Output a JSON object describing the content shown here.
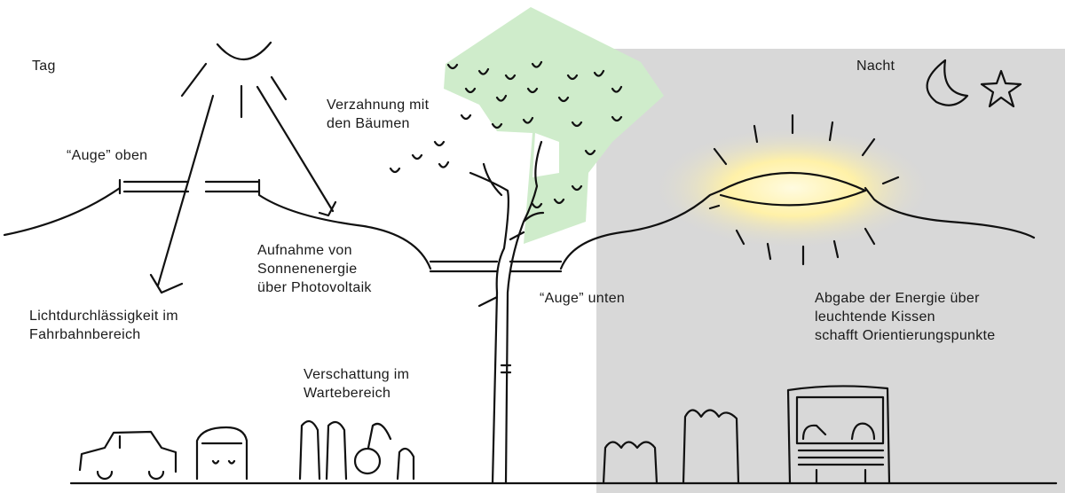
{
  "labels": {
    "day": "Tag",
    "night": "Nacht",
    "trees": "Verzahnung mit\nden Bäumen",
    "eye_top": "“Auge” oben",
    "solar": "Aufnahme von\nSonnenenergie\nüber Photovoltaik",
    "translucency": "Lichtdurchlässigkeit im\nFahrbahnbereich",
    "eye_bottom": "“Auge” unten",
    "release": "Abgabe der Energie über\nleuchtende Kissen\nschafft Orientierungspunkte",
    "shade": "Verschattung im\nWartebereich"
  },
  "colors": {
    "night_bg": "#d8d8d8",
    "foliage": "#cfeccb",
    "glow": "#fff3b0",
    "ink": "#111111"
  }
}
